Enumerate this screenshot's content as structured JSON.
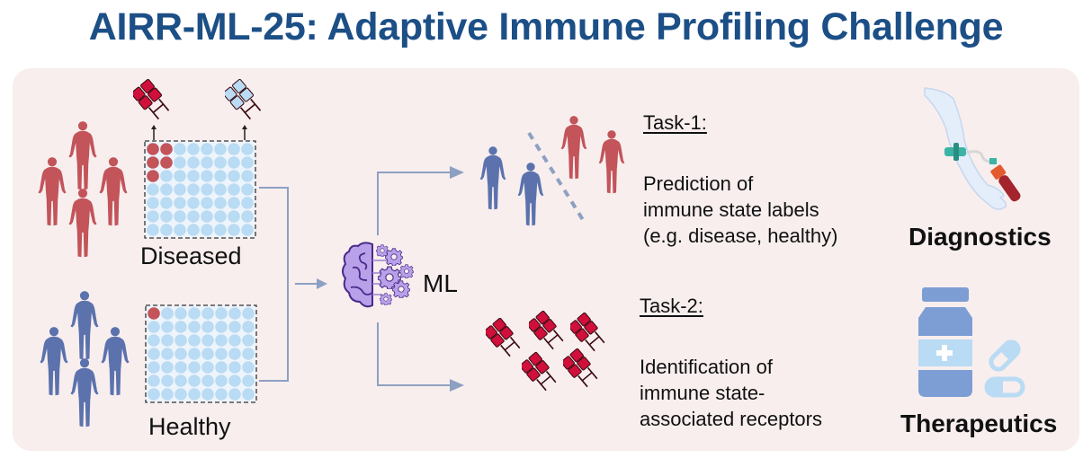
{
  "title": "AIRR-ML-25: Adaptive Immune Profiling Challenge",
  "colors": {
    "title": "#1c4f86",
    "panel_bg": "#f8eeee",
    "diseased": "#c2545a",
    "healthy": "#5b72ad",
    "receptor_red": "#d0103a",
    "receptor_blue": "#b9dbf3",
    "cell_light": "#b9dbf3",
    "arrow": "#8da0c2",
    "brain": "#b9a1ea"
  },
  "groups": [
    {
      "label": "Diseased",
      "marked_cells": 5,
      "grid": "8x7"
    },
    {
      "label": "Healthy",
      "marked_cells": 1,
      "grid": "8x7"
    }
  ],
  "model": {
    "label": "ML",
    "icon": "brain-gears-icon"
  },
  "tasks": [
    {
      "heading": "Task-1:",
      "description_lines": [
        "Prediction of",
        "immune state labels",
        "(e.g. disease, healthy)"
      ],
      "application": "Diagnostics",
      "application_icon": "blood-draw-arm-icon"
    },
    {
      "heading": "Task-2:",
      "description_lines": [
        "Identification of",
        "immune state-",
        "associated receptors"
      ],
      "application": "Therapeutics",
      "application_icon": "medicine-bottle-icon"
    }
  ]
}
